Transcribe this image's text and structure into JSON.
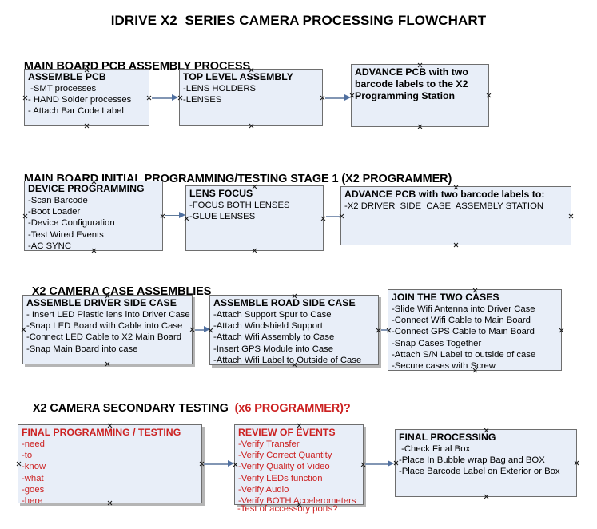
{
  "title": "IDRIVE X2  SERIES CAMERA PROCESSING FLOWCHART",
  "colors": {
    "box_fill": "#e8eef8",
    "box_border": "#6e6e6e",
    "arrow": "#8296b4",
    "accent_red": "#cc2222",
    "text": "#000000"
  },
  "sections": [
    {
      "heading": "MAIN BOARD PCB ASSEMBLY PROCESS",
      "heading_accent": "",
      "boxes": [
        {
          "title": "ASSEMBLE PCB",
          "lines": [
            " -SMT processes",
            "- HAND Solder processes",
            "- Attach Bar Code Label"
          ]
        },
        {
          "title": "TOP LEVEL ASSEMBLY",
          "lines": [
            "-LENS HOLDERS",
            "-LENSES"
          ]
        },
        {
          "title": "ADVANCE PCB with two barcode labels to the  X2 Programming Station",
          "lines": []
        }
      ]
    },
    {
      "heading": "MAIN BOARD INITIAL PROGRAMMING/TESTING STAGE 1 (X2 PROGRAMMER)",
      "heading_accent": "",
      "boxes": [
        {
          "title": "DEVICE PROGRAMMING",
          "lines": [
            "-Scan Barcode",
            "-Boot Loader",
            "-Device Configuration",
            "-Test Wired Events",
            "-AC SYNC"
          ]
        },
        {
          "title": "LENS FOCUS",
          "lines": [
            "-FOCUS BOTH LENSES",
            "-GLUE LENSES"
          ]
        },
        {
          "title": "ADVANCE PCB with two barcode labels to:",
          "lines": [
            "-X2 DRIVER  SIDE  CASE  ASSEMBLY STATION"
          ]
        }
      ]
    },
    {
      "heading": "X2 CAMERA CASE ASSEMBLIES",
      "heading_accent": "",
      "boxes": [
        {
          "title": "ASSEMBLE DRIVER SIDE CASE",
          "lines": [
            "- Insert LED Plastic lens into Driver Case",
            "-Snap LED Board with Cable into Case",
            "-Connect LED Cable to X2 Main Board",
            "-Snap Main Board into case"
          ]
        },
        {
          "title": "ASSEMBLE ROAD SIDE CASE",
          "lines": [
            "-Attach Support Spur to Case",
            "-Attach Windshield Support",
            "-Attach Wifi Assembly to Case",
            "-Insert GPS Module into Case",
            "-Attach Wifi Label to Outside of Case"
          ]
        },
        {
          "title": "JOIN THE TWO CASES",
          "lines": [
            "-Slide Wifi Antenna into Driver Case",
            "-Connect Wifi Cable to Main Board",
            "-Connect GPS Cable to Main Board",
            "-Snap Cases Together",
            "-Attach S/N Label to outside of case",
            "-Secure cases with Screw"
          ]
        }
      ]
    },
    {
      "heading": "X2 CAMERA SECONDARY TESTING  ",
      "heading_accent": "(x6 PROGRAMMER)?",
      "boxes": [
        {
          "title": "FINAL PROGRAMMING / TESTING",
          "lines": [
            "-need",
            "-to",
            "-know",
            "-what",
            "-goes",
            "-here"
          ]
        },
        {
          "title": "REVIEW OF EVENTS",
          "lines": [
            "-Verify Transfer",
            "-Verify Correct Quantity",
            "-Verify Quality of Video",
            "-Verify LEDs function",
            "-Verify Audio",
            "-Verify BOTH Accelerometers"
          ],
          "overflow_line": "-Test of accessory ports?"
        },
        {
          "title": "FINAL PROCESSING",
          "lines": [
            " -Check Final Box",
            "-Place In Bubble wrap Bag and BOX",
            "-Place Barcode Label on Exterior or Box"
          ]
        }
      ]
    }
  ]
}
